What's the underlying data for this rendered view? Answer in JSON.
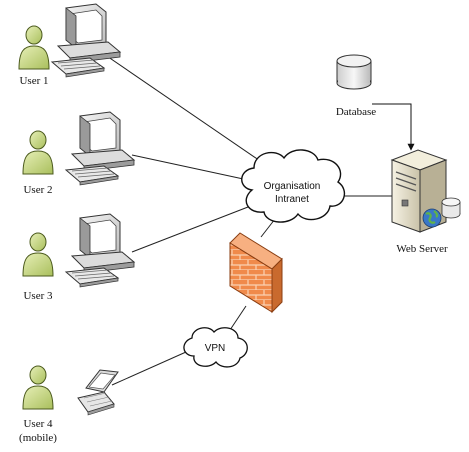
{
  "users": [
    {
      "label": "User 1",
      "device": "desktop"
    },
    {
      "label": "User 2",
      "device": "desktop"
    },
    {
      "label": "User 3",
      "device": "desktop"
    },
    {
      "label": "User 4",
      "sublabel": "(mobile)",
      "device": "laptop"
    }
  ],
  "intranet": {
    "line1": "Organisation",
    "line2": "Intranet"
  },
  "vpn": {
    "label": "VPN"
  },
  "database": {
    "label": "Database"
  },
  "web_server": {
    "label": "Web Server"
  },
  "icons": {
    "user": "user-person-icon",
    "desktop": "desktop-computer-icon",
    "laptop": "laptop-icon",
    "cloud": "cloud-icon",
    "firewall": "firewall-icon",
    "database": "database-icon",
    "server": "server-tower-icon",
    "globe": "globe-icon"
  },
  "colors": {
    "user_fill": "#c9d98a",
    "firewall": "#f08a4b",
    "globe": "#3a78c8"
  }
}
